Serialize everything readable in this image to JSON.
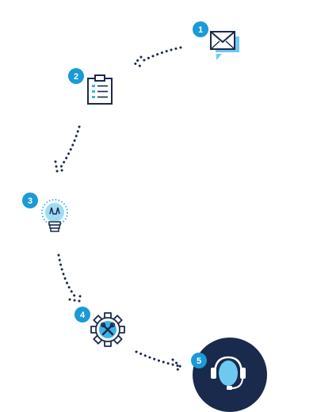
{
  "colors": {
    "badge": "#1b9ad6",
    "navy": "#1a2a4c",
    "light_blue": "#6ec9f0",
    "mid_blue": "#3db2e6",
    "dots": "#1a2a4c",
    "circle_bg": "#1a2a4c"
  },
  "steps": [
    {
      "number": "1",
      "icon": "envelope-chat-icon"
    },
    {
      "number": "2",
      "icon": "clipboard-checklist-icon"
    },
    {
      "number": "3",
      "icon": "lightbulb-icon"
    },
    {
      "number": "4",
      "icon": "gear-tools-icon"
    },
    {
      "number": "5",
      "icon": "headset-support-icon"
    }
  ]
}
